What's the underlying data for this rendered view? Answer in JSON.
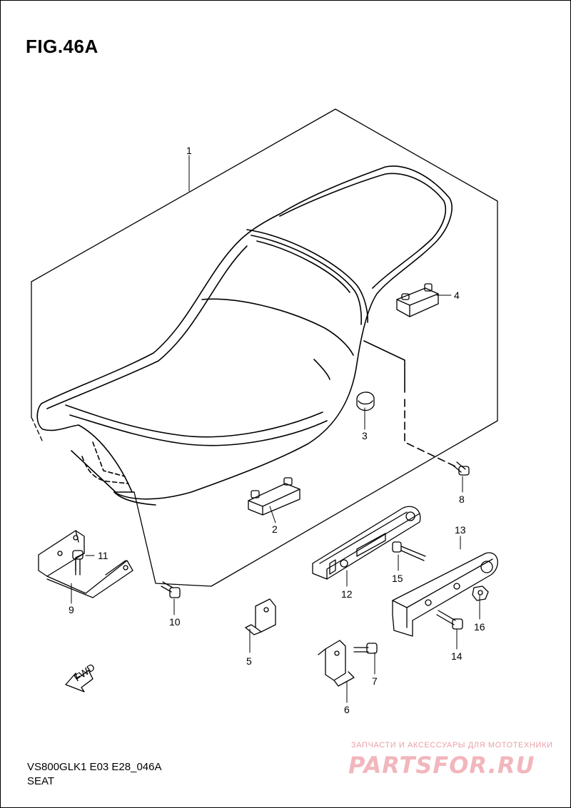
{
  "header": {
    "figure": "FIG.46A"
  },
  "footer": {
    "model_code": "VS800GLK1 E03 E28_046A",
    "section": "SEAT"
  },
  "watermark": {
    "tagline": "ЗАПЧАСТИ И АКСЕССУАРЫ ДЛЯ МОТОТЕХНИКИ",
    "logo": "PARTSFOR.RU"
  },
  "direction_marker": {
    "text": "FWD"
  },
  "callouts": [
    "1",
    "2",
    "3",
    "4",
    "5",
    "6",
    "7",
    "8",
    "9",
    "10",
    "11",
    "12",
    "13",
    "14",
    "15",
    "16"
  ],
  "colors": {
    "line": "#000000",
    "watermark": "#f2b6bd"
  }
}
